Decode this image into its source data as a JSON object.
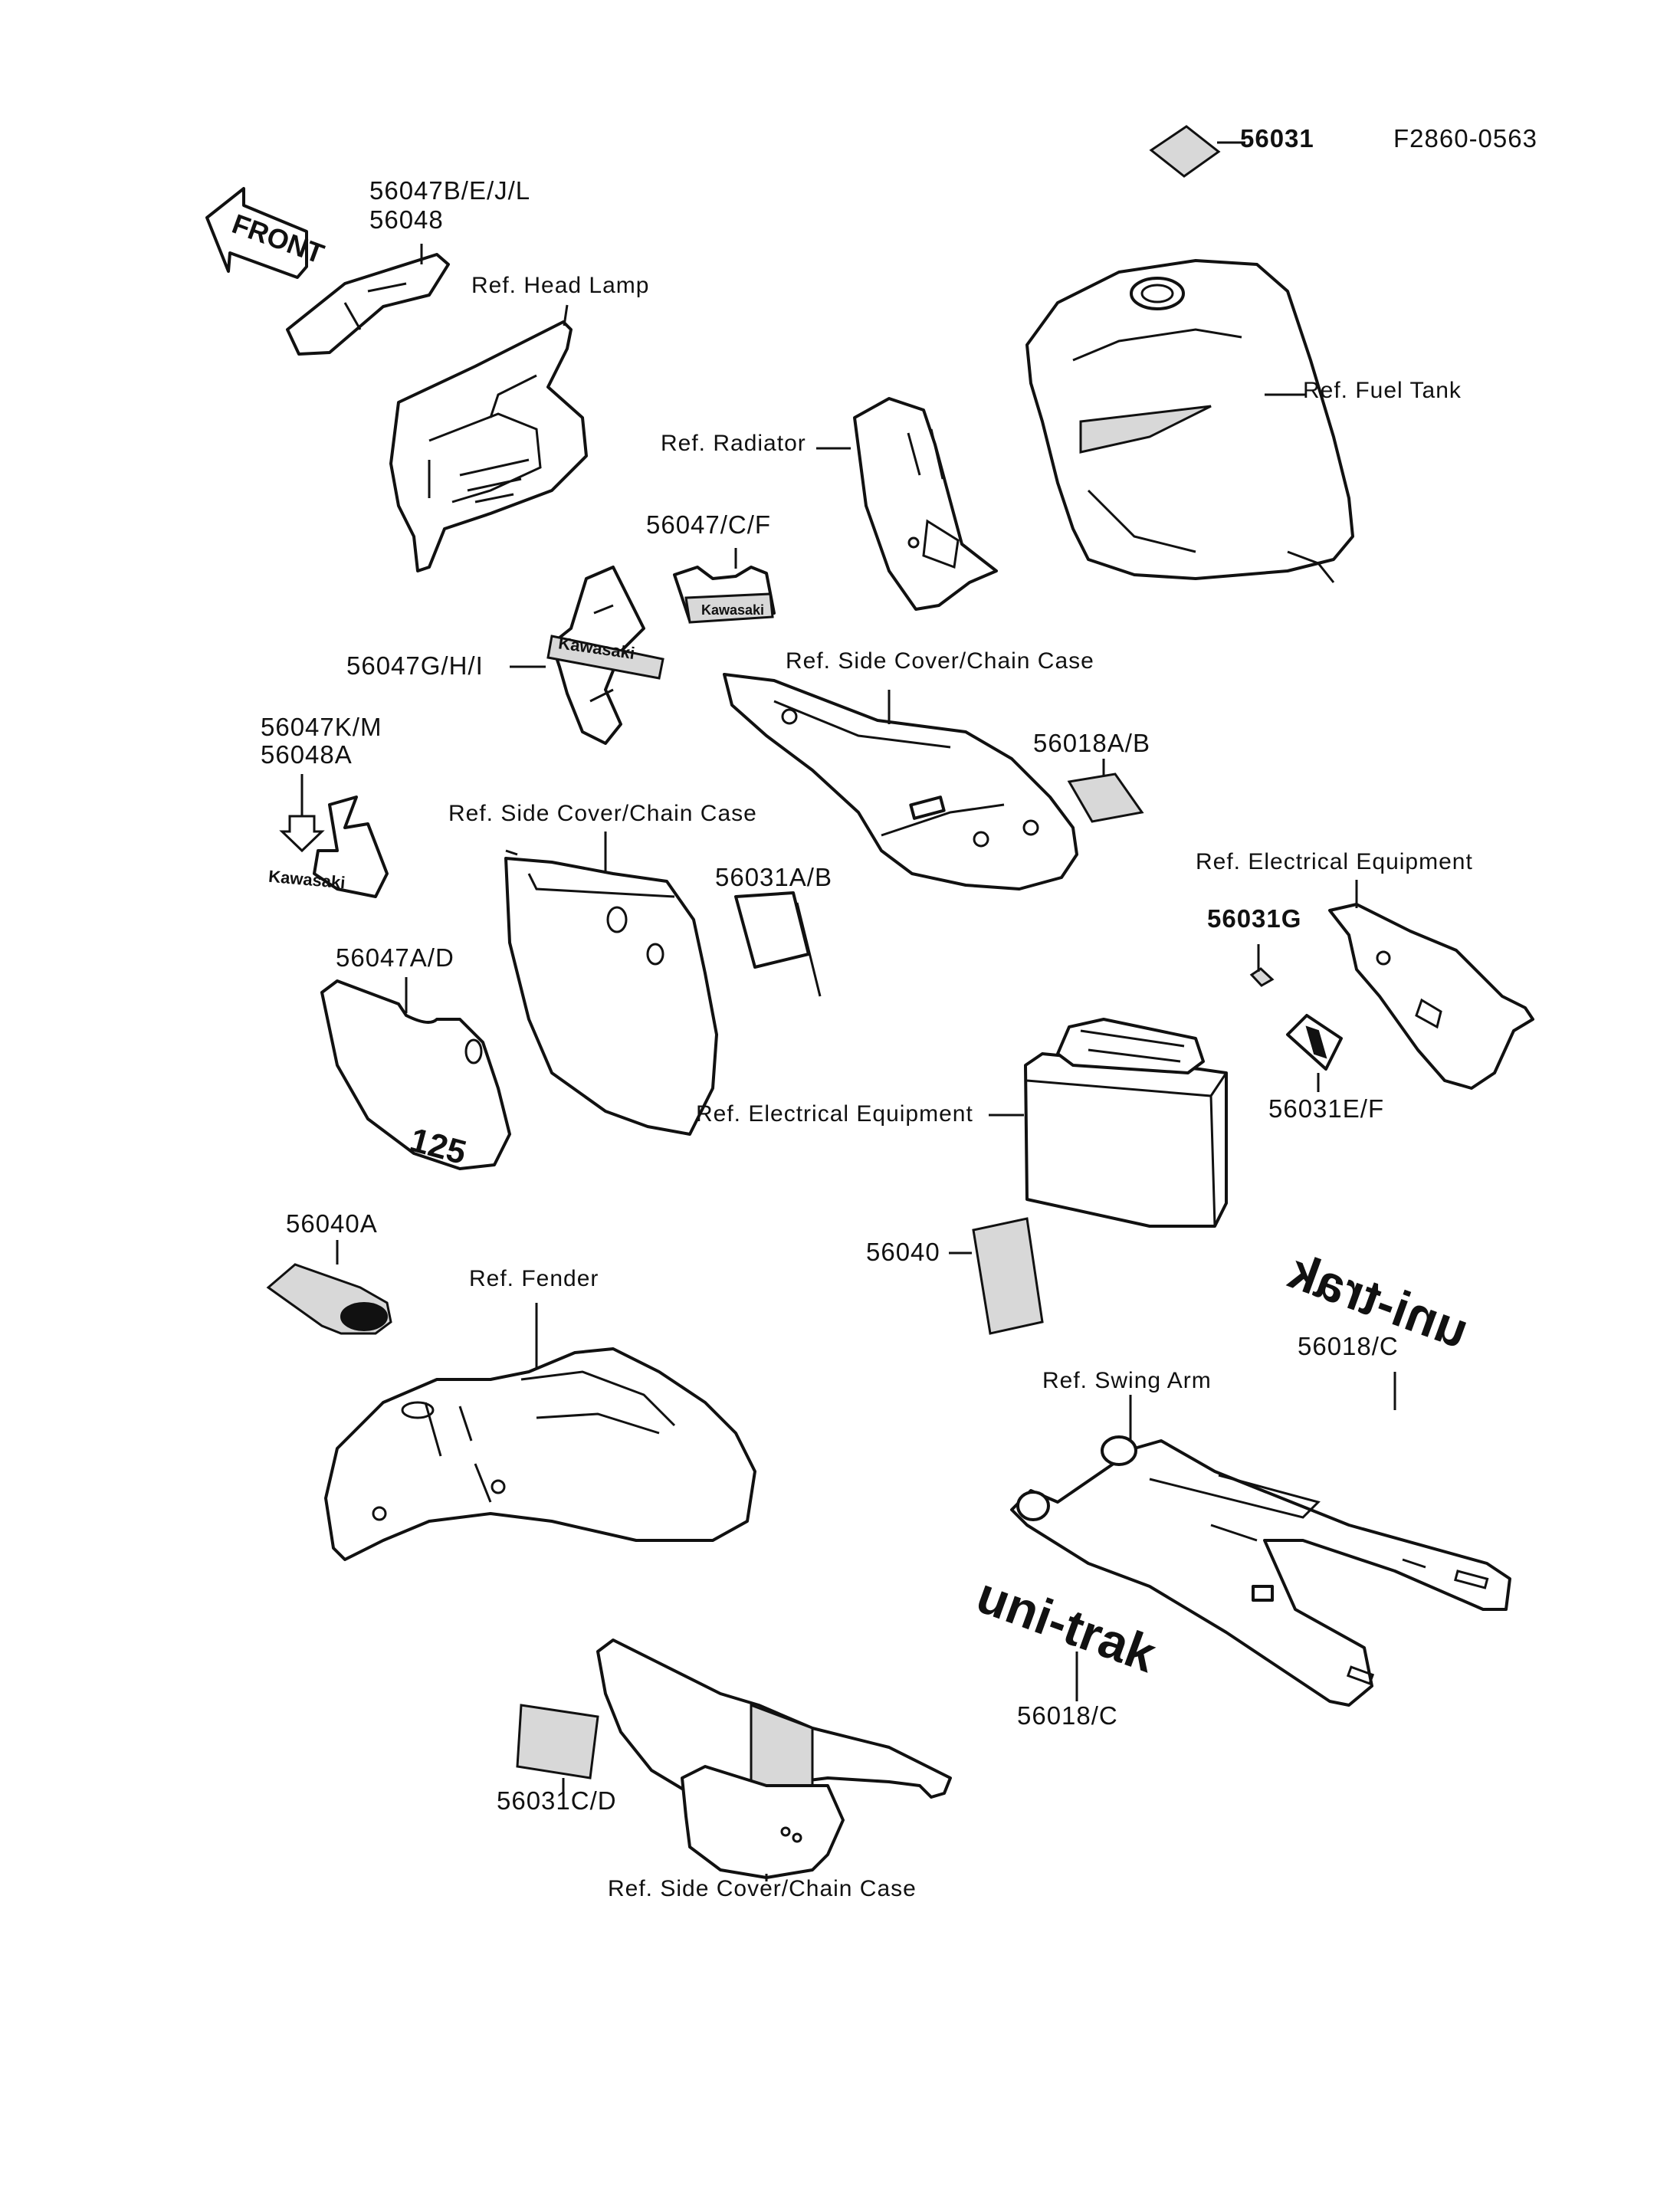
{
  "doc_code": "F2860-0563",
  "parts": {
    "p56031": "56031",
    "p56047bejl": "56047B/E/J/L",
    "p56048": "56048",
    "p56047cf": "56047/C/F",
    "p56047ghi": "56047G/H/I",
    "p56047km": "56047K/M",
    "p56048a": "56048A",
    "p56018ab": "56018A/B",
    "p56031ab": "56031A/B",
    "p56031g": "56031G",
    "p56047ad": "56047A/D",
    "p56031ef": "56031E/F",
    "p56040a": "56040A",
    "p56040": "56040",
    "p56018c_top": "56018/C",
    "p56018c_bottom": "56018/C",
    "p56031cd": "56031C/D"
  },
  "refs": {
    "head_lamp": "Ref. Head Lamp",
    "fuel_tank": "Ref. Fuel Tank",
    "radiator": "Ref. Radiator",
    "side_cover_1": "Ref. Side Cover/Chain Case",
    "side_cover_2": "Ref. Side Cover/Chain Case",
    "side_cover_3": "Ref. Side Cover/Chain Case",
    "electrical_1": "Ref. Electrical Equipment",
    "electrical_2": "Ref. Electrical Equipment",
    "fender": "Ref. Fender",
    "swing_arm": "Ref. Swing Arm"
  },
  "decals": {
    "front_arrow": "FRONT",
    "kawasaki": "Kawasaki",
    "number": "125",
    "unitrak": "uni-trak"
  }
}
